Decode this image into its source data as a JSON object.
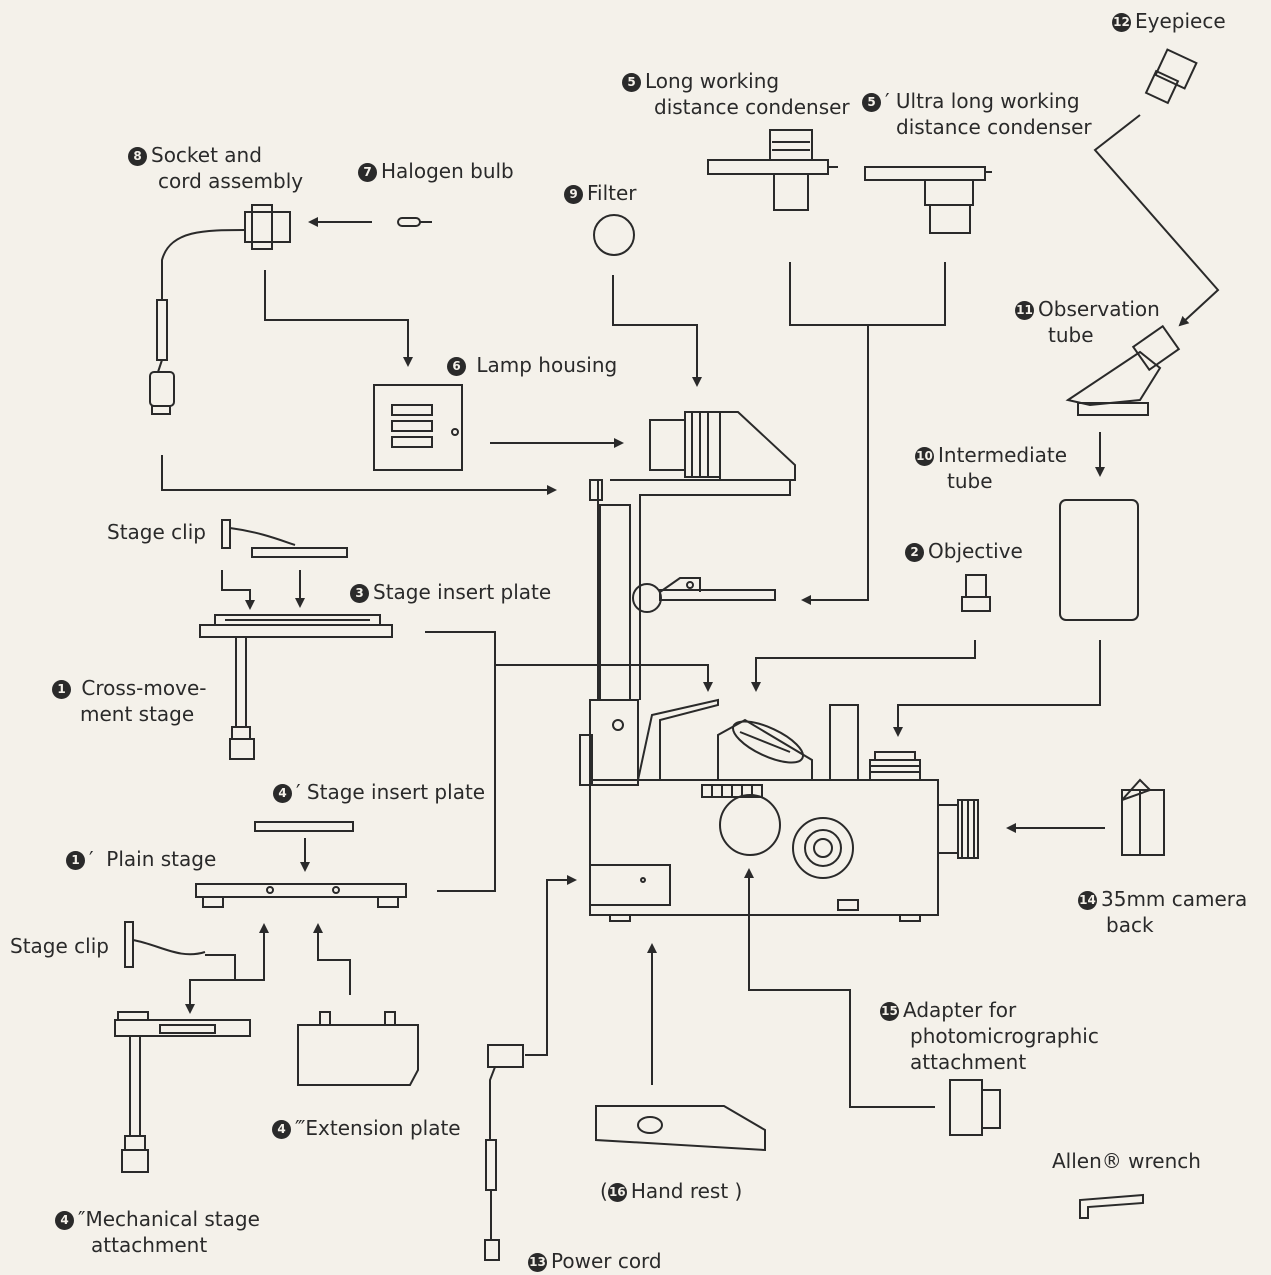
{
  "labels": {
    "eyepiece": {
      "num": "12",
      "text": "Eyepiece"
    },
    "long_condenser": {
      "num": "5",
      "line1": "Long working",
      "line2": "distance condenser"
    },
    "ultra_condenser": {
      "num": "5",
      "mark": "′",
      "line1": "Ultra long working",
      "line2": "distance condenser"
    },
    "socket": {
      "num": "8",
      "line1": "Socket and",
      "line2": "cord assembly"
    },
    "halogen": {
      "num": "7",
      "text": "Halogen bulb"
    },
    "filter": {
      "num": "9",
      "text": "Filter"
    },
    "observation_tube": {
      "num": "11",
      "line1": "Observation",
      "line2": "tube"
    },
    "lamp_housing": {
      "num": "6",
      "text": "Lamp housing"
    },
    "intermediate_tube": {
      "num": "10",
      "line1": "Intermediate",
      "line2": "tube"
    },
    "stage_clip_top": {
      "text": "Stage clip"
    },
    "objective": {
      "num": "2",
      "text": "Objective"
    },
    "stage_insert_plate": {
      "num": "3",
      "text": "Stage insert plate"
    },
    "cross_movement_stage": {
      "num": "1",
      "line1": "Cross-move-",
      "line2": "ment stage"
    },
    "stage_insert_plate_prime": {
      "num": "4",
      "mark": "′",
      "text": "Stage insert plate"
    },
    "plain_stage": {
      "num": "1",
      "mark": "′",
      "text": "Plain stage"
    },
    "camera_back": {
      "num": "14",
      "line1": "35mm camera",
      "line2": "back"
    },
    "stage_clip_bottom": {
      "text": "Stage clip"
    },
    "adapter": {
      "num": "15",
      "line1": "Adapter for",
      "line2": "photomicrographic",
      "line3": "attachment"
    },
    "extension_plate": {
      "num": "4",
      "mark": "‴",
      "text": "Extension plate"
    },
    "allen_wrench": {
      "text": "Allen® wrench"
    },
    "hand_rest": {
      "prefix": "(",
      "num": "16",
      "text": "Hand rest )"
    },
    "mechanical_stage": {
      "num": "4",
      "mark": "″",
      "line1": "Mechanical stage",
      "line2": "attachment"
    },
    "power_cord": {
      "num": "13",
      "text": "Power cord"
    }
  }
}
